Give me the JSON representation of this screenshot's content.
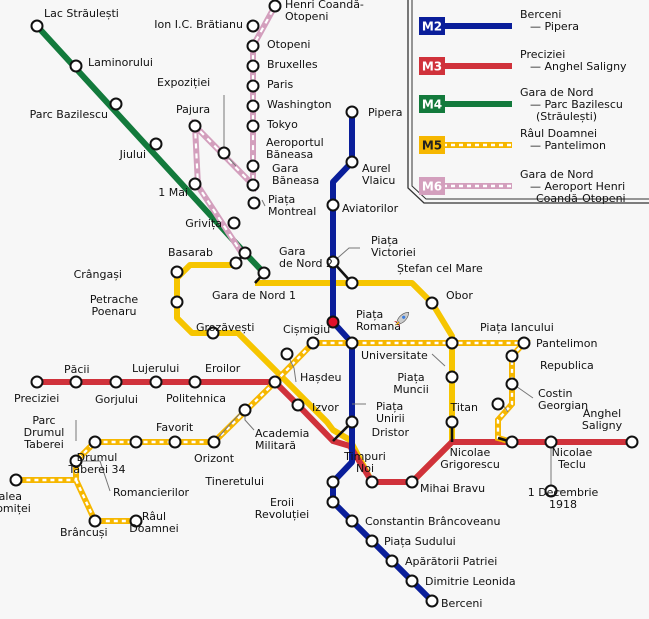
{
  "legend": {
    "lines": [
      {
        "code": "M2",
        "color": "#0a1e9a",
        "code_color": "#ffffff",
        "dashed": false,
        "term1": "Berceni",
        "term2": "— Pipera",
        "term3": ""
      },
      {
        "code": "M3",
        "color": "#d0323b",
        "code_color": "#ffffff",
        "dashed": false,
        "term1": "Preciziei",
        "term2": "— Anghel Saligny",
        "term3": ""
      },
      {
        "code": "M4",
        "color": "#137a3c",
        "code_color": "#ffffff",
        "dashed": false,
        "term1": "Gara de Nord",
        "term2": "— Parc Bazilescu",
        "term3": "(Străulești)"
      },
      {
        "code": "M5",
        "color": "#f6b700",
        "code_color": "#222222",
        "dashed": true,
        "term1": "Râul Doamnei",
        "term2": "— Pantelimon",
        "term3": ""
      },
      {
        "code": "M6",
        "color": "#d39fbd",
        "code_color": "#ffffff",
        "dashed": true,
        "term1": "Gara de Nord",
        "term2": "— Aeroport Henri",
        "term3": "Coandă-Otopeni"
      }
    ]
  },
  "colors": {
    "m1": "#f6c500",
    "m2": "#0a1e9a",
    "m3": "#d0323b",
    "m4": "#137a3c",
    "m5": "#f6b700",
    "m6": "#d39fbd",
    "highlight_station": "#e0102a"
  },
  "icons": {
    "rocket": "rocket-icon"
  },
  "stations": [
    {
      "id": "lac-straulesti",
      "label": "Lac Străulești",
      "lines": [
        "M4"
      ]
    },
    {
      "id": "laminorului",
      "label": "Laminorului",
      "lines": [
        "M4"
      ]
    },
    {
      "id": "parc-bazilescu",
      "label": "Parc Bazilescu",
      "lines": [
        "M4"
      ]
    },
    {
      "id": "jiului",
      "label": "Jiului",
      "lines": [
        "M4"
      ]
    },
    {
      "id": "1-mai",
      "label": "1 Mai",
      "lines": [
        "M4"
      ]
    },
    {
      "id": "grivita",
      "label": "Grivița",
      "lines": [
        "M4"
      ]
    },
    {
      "id": "basarab",
      "label": "Basarab",
      "lines": [
        "M1",
        "M4"
      ]
    },
    {
      "id": "gara-de-nord-2",
      "label": "Gara de Nord 2",
      "lines": [
        "M4",
        "M6"
      ]
    },
    {
      "id": "gara-de-nord-1",
      "label": "Gara de Nord 1",
      "lines": [
        "M1"
      ]
    },
    {
      "id": "pajura",
      "label": "Pajura",
      "lines": [
        "M6"
      ]
    },
    {
      "id": "expozitiei",
      "label": "Expoziției",
      "lines": [
        "M6"
      ]
    },
    {
      "id": "piata-montreal",
      "label": "Piața Montreal",
      "lines": [
        "M6"
      ]
    },
    {
      "id": "gara-baneasa",
      "label": "Gara Băneasa",
      "lines": [
        "M6"
      ]
    },
    {
      "id": "aeroportul-baneasa",
      "label": "Aeroportul Băneasa",
      "lines": [
        "M6"
      ]
    },
    {
      "id": "tokyo",
      "label": "Tokyo",
      "lines": [
        "M6"
      ]
    },
    {
      "id": "washington",
      "label": "Washington",
      "lines": [
        "M6"
      ]
    },
    {
      "id": "paris",
      "label": "Paris",
      "lines": [
        "M6"
      ]
    },
    {
      "id": "bruxelles",
      "label": "Bruxelles",
      "lines": [
        "M6"
      ]
    },
    {
      "id": "otopeni",
      "label": "Otopeni",
      "lines": [
        "M6"
      ]
    },
    {
      "id": "ion-bratianu",
      "label": "Ion I.C. Brătianu",
      "lines": [
        "M6"
      ]
    },
    {
      "id": "henri-coanda",
      "label": "Henri Coandă-Otopeni",
      "lines": [
        "M6"
      ]
    },
    {
      "id": "pipera",
      "label": "Pipera",
      "lines": [
        "M2"
      ]
    },
    {
      "id": "aurel-vlaicu",
      "label": "Aurel Vlaicu",
      "lines": [
        "M2"
      ]
    },
    {
      "id": "aviatorilor",
      "label": "Aviatorilor",
      "lines": [
        "M2"
      ]
    },
    {
      "id": "piata-victoriei",
      "label": "Piața Victoriei",
      "lines": [
        "M1",
        "M2"
      ]
    },
    {
      "id": "stefan-cel-mare",
      "label": "Ștefan cel Mare",
      "lines": [
        "M1"
      ]
    },
    {
      "id": "obor",
      "label": "Obor",
      "lines": [
        "M1"
      ]
    },
    {
      "id": "crangasi",
      "label": "Crângași",
      "lines": [
        "M1"
      ]
    },
    {
      "id": "petrache-poenaru",
      "label": "Petrache Poenaru",
      "lines": [
        "M1"
      ]
    },
    {
      "id": "grozavesti",
      "label": "Grozăvești",
      "lines": [
        "M1"
      ]
    },
    {
      "id": "piata-romana",
      "label": "Piața Romană",
      "lines": [
        "M2"
      ]
    },
    {
      "id": "cismigiu",
      "label": "Cișmigiu",
      "lines": [
        "M5"
      ]
    },
    {
      "id": "universitate",
      "label": "Universitate",
      "lines": [
        "M2",
        "M5"
      ]
    },
    {
      "id": "piata-iancului",
      "label": "Piața Iancului",
      "lines": [
        "M1",
        "M5"
      ]
    },
    {
      "id": "pantelimon",
      "label": "Pantelimon",
      "lines": [
        "M5"
      ]
    },
    {
      "id": "preciziei",
      "label": "Preciziei",
      "lines": [
        "M3"
      ]
    },
    {
      "id": "pacii",
      "label": "Păcii",
      "lines": [
        "M3"
      ]
    },
    {
      "id": "gorjului",
      "label": "Gorjului",
      "lines": [
        "M3"
      ]
    },
    {
      "id": "lujerului",
      "label": "Lujerului",
      "lines": [
        "M3"
      ]
    },
    {
      "id": "politehnica",
      "label": "Politehnica",
      "lines": [
        "M3"
      ]
    },
    {
      "id": "eroilor",
      "label": "Eroilor",
      "lines": [
        "M1",
        "M3",
        "M5"
      ]
    },
    {
      "id": "hasdeu",
      "label": "Hașdeu",
      "lines": [
        "M5"
      ]
    },
    {
      "id": "izvor",
      "label": "Izvor",
      "lines": [
        "M1",
        "M3"
      ]
    },
    {
      "id": "academia-militara",
      "label": "Academia Militară",
      "lines": [
        "M5"
      ]
    },
    {
      "id": "piata-unirii",
      "label": "Piața Unirii",
      "lines": [
        "M1",
        "M2",
        "M3"
      ]
    },
    {
      "id": "piata-muncii",
      "label": "Piața Muncii",
      "lines": [
        "M1"
      ]
    },
    {
      "id": "republica",
      "label": "Republica",
      "lines": [
        "M5"
      ]
    },
    {
      "id": "costin-georgian",
      "label": "Costin Georgian",
      "lines": [
        "M5"
      ]
    },
    {
      "id": "titan",
      "label": "Titan",
      "lines": [
        "M5"
      ]
    },
    {
      "id": "dristor",
      "label": "Dristor",
      "lines": [
        "M1",
        "M3"
      ]
    },
    {
      "id": "nicolae-grigorescu",
      "label": "Nicolae Grigorescu",
      "lines": [
        "M3",
        "M5"
      ]
    },
    {
      "id": "nicolae-teclu",
      "label": "Nicolae Teclu",
      "lines": [
        "M3"
      ]
    },
    {
      "id": "anghel-saligny",
      "label": "Anghel Saligny",
      "lines": [
        "M3"
      ]
    },
    {
      "id": "1-decembrie-1918",
      "label": "1 Decembrie 1918",
      "lines": [
        "M3"
      ]
    },
    {
      "id": "timpuri-noi",
      "label": "Timpuri Noi",
      "lines": [
        "M1",
        "M3"
      ]
    },
    {
      "id": "mihai-bravu",
      "label": "Mihai Bravu",
      "lines": [
        "M1",
        "M3"
      ]
    },
    {
      "id": "tineretului",
      "label": "Tineretului",
      "lines": [
        "M2"
      ]
    },
    {
      "id": "eroii-revolutiei",
      "label": "Eroii Revoluției",
      "lines": [
        "M2"
      ]
    },
    {
      "id": "constantin-brancoveanu",
      "label": "Constantin Brâncoveanu",
      "lines": [
        "M2"
      ]
    },
    {
      "id": "piata-sudului",
      "label": "Piața Sudului",
      "lines": [
        "M2"
      ]
    },
    {
      "id": "apararorii-patriei",
      "label": "Apărătorii Patriei",
      "lines": [
        "M2"
      ]
    },
    {
      "id": "dimitrie-leonida",
      "label": "Dimitrie Leonida",
      "lines": [
        "M2"
      ]
    },
    {
      "id": "berceni",
      "label": "Berceni",
      "lines": [
        "M2"
      ]
    },
    {
      "id": "parc-drumul-taberei",
      "label": "Parc Drumul Taberei",
      "lines": [
        "M5"
      ]
    },
    {
      "id": "drumul-taberei-34",
      "label": "Drumul Taberei 34",
      "lines": [
        "M5"
      ]
    },
    {
      "id": "favorit",
      "label": "Favorit",
      "lines": [
        "M5"
      ]
    },
    {
      "id": "orizont",
      "label": "Orizont",
      "lines": [
        "M5"
      ]
    },
    {
      "id": "romancierilor",
      "label": "Romancierilor",
      "lines": [
        "M5"
      ]
    },
    {
      "id": "valea-ialomitei",
      "label": "Valea Ialomiței",
      "lines": [
        "M5"
      ]
    },
    {
      "id": "brancusi",
      "label": "Brâncuși",
      "lines": [
        "M5"
      ]
    },
    {
      "id": "raul-doamnei",
      "label": "Râul Doamnei",
      "lines": [
        "M5"
      ]
    }
  ]
}
